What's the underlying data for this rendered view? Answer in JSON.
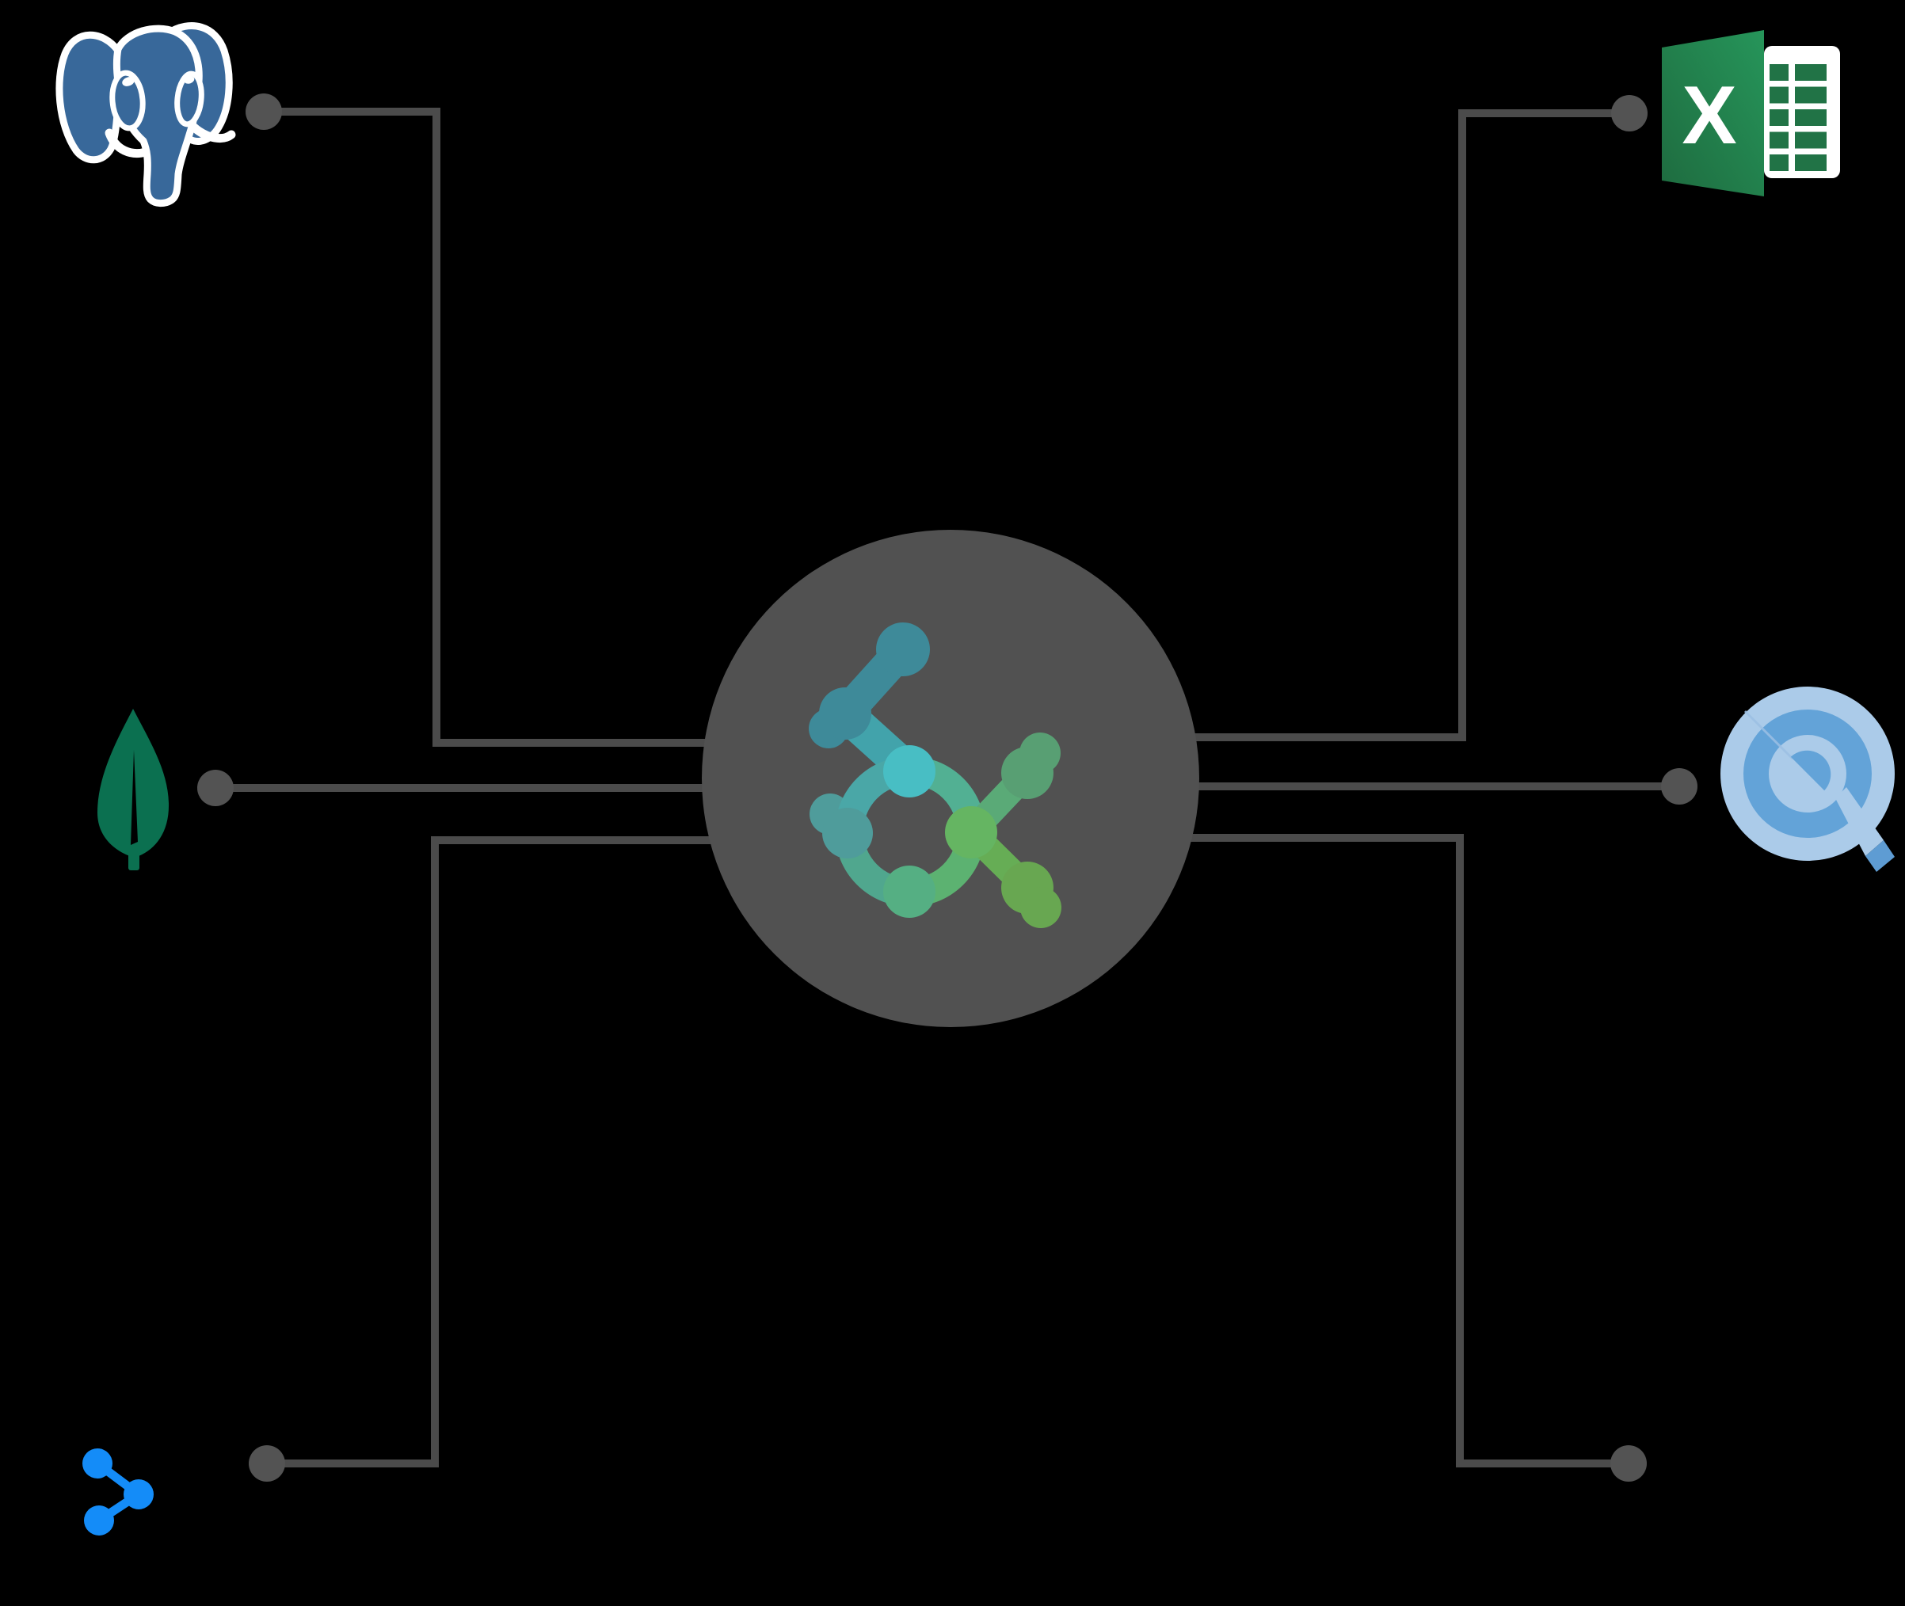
{
  "scene": {
    "background": "#000000",
    "hub": {
      "name": "graph-hub",
      "icon": "molecule-graph-logo",
      "color": "#515151"
    },
    "connectors": {
      "color": "#4b4b4b",
      "dot_color": "#535353",
      "count": 6
    },
    "endpoints": [
      {
        "id": "postgresql",
        "icon": "postgresql-elephant-icon",
        "position": "top-left",
        "brand_color": "#38689a"
      },
      {
        "id": "excel",
        "icon": "excel-spreadsheet-icon",
        "position": "top-right",
        "letter": "X",
        "brand_color": "#217346"
      },
      {
        "id": "mongodb",
        "icon": "mongodb-leaf-icon",
        "position": "middle-left",
        "brand_color": "#0b7050"
      },
      {
        "id": "query-target",
        "icon": "target-magnifier-icon",
        "position": "middle-right",
        "brand_color": "#63a3d8"
      },
      {
        "id": "share-graph",
        "icon": "share-nodes-icon",
        "position": "bottom-left",
        "brand_color": "#148cf8"
      },
      {
        "id": "unlabeled",
        "icon": "connector-dot",
        "position": "bottom-right",
        "brand_color": "#535353"
      }
    ],
    "colors": {
      "background": "#000000",
      "connector": "#4b4b4b",
      "dot": "#535353",
      "hub": "#515151",
      "logoTeal": "#3e8a99",
      "logoCyan": "#48bec4",
      "logoMutedTeal": "#4f9c9b",
      "logoSea": "#55af83",
      "logoGreen": "#65b562",
      "logoSage": "#589f73",
      "logoLeaf": "#68a751",
      "linkTealCyan": "#42a3ab",
      "arcTopLeft": "#4aa7a7",
      "arcBottomLeft": "#50a78e",
      "arcBottomRight": "#5cb271",
      "arcTopRight": "#52b093",
      "linkSage": "#5aaa77",
      "linkLeaf": "#66ad55",
      "pgBlue": "#38689a",
      "white": "#ffffff",
      "excelFlagDark": "#1e6b3f",
      "excelFlagBright": "#26955a",
      "excelCell": "#217346",
      "mongoGreen": "#0b7050",
      "shareBlue": "#148cf8",
      "qLight": "#abcbe9",
      "qMid": "#63a3d8",
      "qTip": "#5e9cd3",
      "qSeam": "#9cc0e4"
    }
  }
}
